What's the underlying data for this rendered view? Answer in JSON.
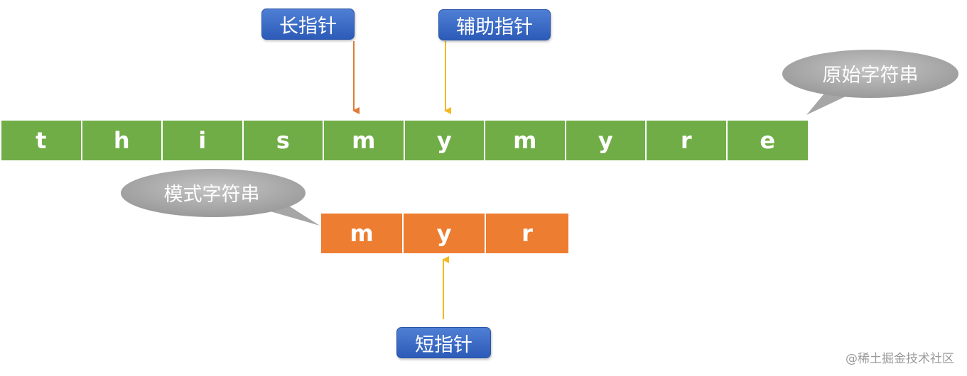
{
  "source_string": {
    "bubble_label": "原始字符串",
    "chars": [
      "t",
      "h",
      "i",
      "s",
      "m",
      "y",
      "m",
      "y",
      "r",
      "e"
    ]
  },
  "pattern_string": {
    "bubble_label": "模式字符串",
    "chars": [
      "m",
      "y",
      "r"
    ]
  },
  "pointers": {
    "long": "长指针",
    "aux": "辅助指针",
    "short": "短指针"
  },
  "colors": {
    "source_cell": "#70ad47",
    "pattern_cell": "#ed7d31",
    "label_blue": "#2c5bb8",
    "bubble_gray": "#a6a6a6",
    "arrow_long": "#e07b39",
    "arrow_aux": "#f5b921"
  },
  "watermark": "@稀土掘金技术社区"
}
